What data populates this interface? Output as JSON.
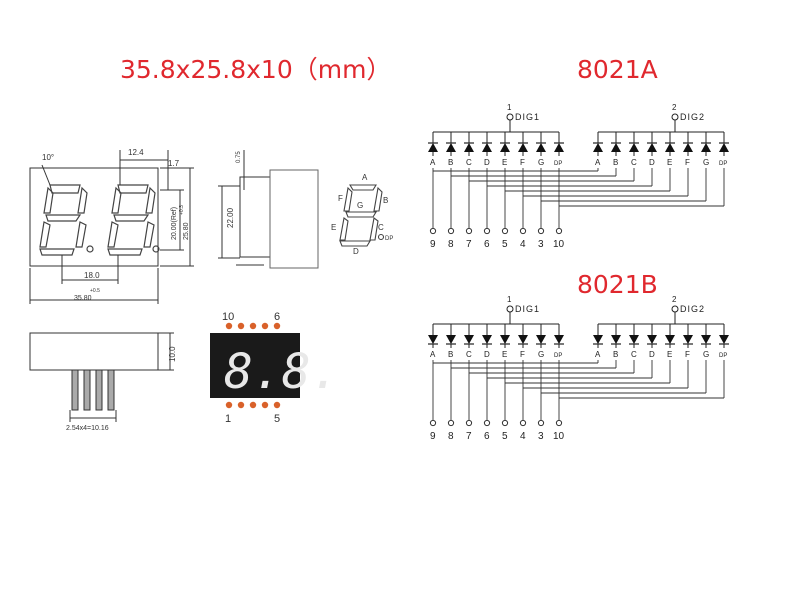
{
  "header": {
    "dimensions": "35.8x25.8x10（mm）"
  },
  "variants": [
    {
      "model": "8021A"
    },
    {
      "model": "8021B"
    }
  ],
  "drawing": {
    "front_angle": "10°",
    "dim_width_top": "12.4",
    "dim_segment": "1.7",
    "dim_inner": "18.0",
    "dim_total": "35.80",
    "tol_total": "+0.5",
    "dim_side_a": "20.00(Ref)",
    "dim_side_b": "25.80",
    "dim_side_tol": "+0.3",
    "dim_height": "22.00",
    "dim_top_small": "0.75",
    "dim_depth": "10.0",
    "pin_pitch": "2.54x4=10.16",
    "segment_labels": [
      "A",
      "B",
      "C",
      "D",
      "E",
      "F",
      "G",
      "DP"
    ]
  },
  "display_photo": {
    "digits": "8.8.",
    "pins_top": [
      "10",
      "6"
    ],
    "pins_bottom": [
      "1",
      "5"
    ]
  },
  "schematic": {
    "digit_labels": [
      "1",
      "2"
    ],
    "dig_names": [
      "DIG1",
      "DIG2"
    ],
    "segment_labels": [
      "A",
      "B",
      "C",
      "D",
      "E",
      "F",
      "G",
      "DP"
    ],
    "pin_numbers": [
      "9",
      "8",
      "7",
      "6",
      "5",
      "4",
      "3",
      "10"
    ]
  }
}
